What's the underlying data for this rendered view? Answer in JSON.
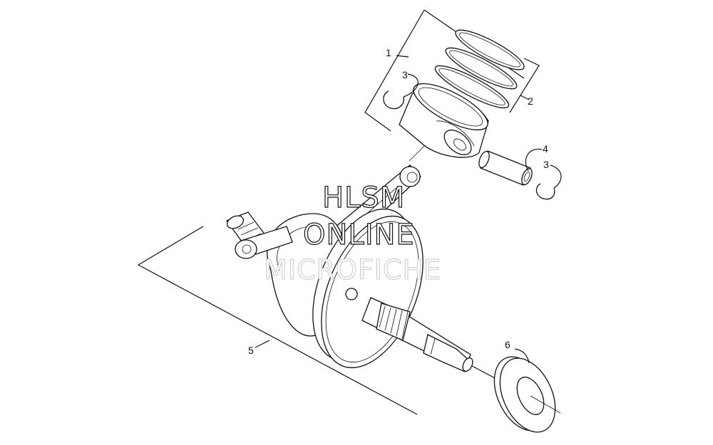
{
  "watermark": {
    "line1": "HLSM",
    "line2": "ONLINE",
    "line3": "MICROFICHE"
  },
  "callouts": {
    "c1": "1",
    "c2": "2",
    "c3a": "3",
    "c3b": "3",
    "c4": "4",
    "c5": "5",
    "c6": "6"
  }
}
